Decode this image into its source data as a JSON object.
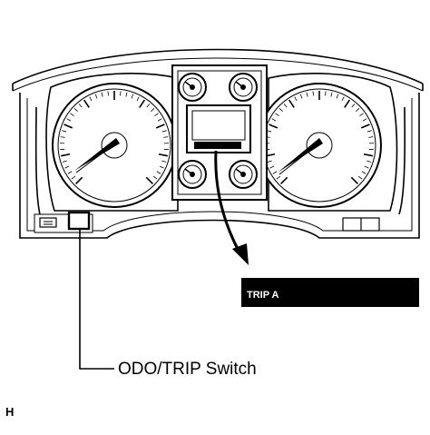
{
  "display": {
    "lcd_text": "TRIP A"
  },
  "callout": {
    "switch_label": "ODO/TRIP Switch"
  },
  "corner_mark": "H",
  "colors": {
    "ink": "#000000",
    "paper": "#ffffff",
    "lcd_background": "#000000",
    "lcd_text": "#ffffff"
  }
}
